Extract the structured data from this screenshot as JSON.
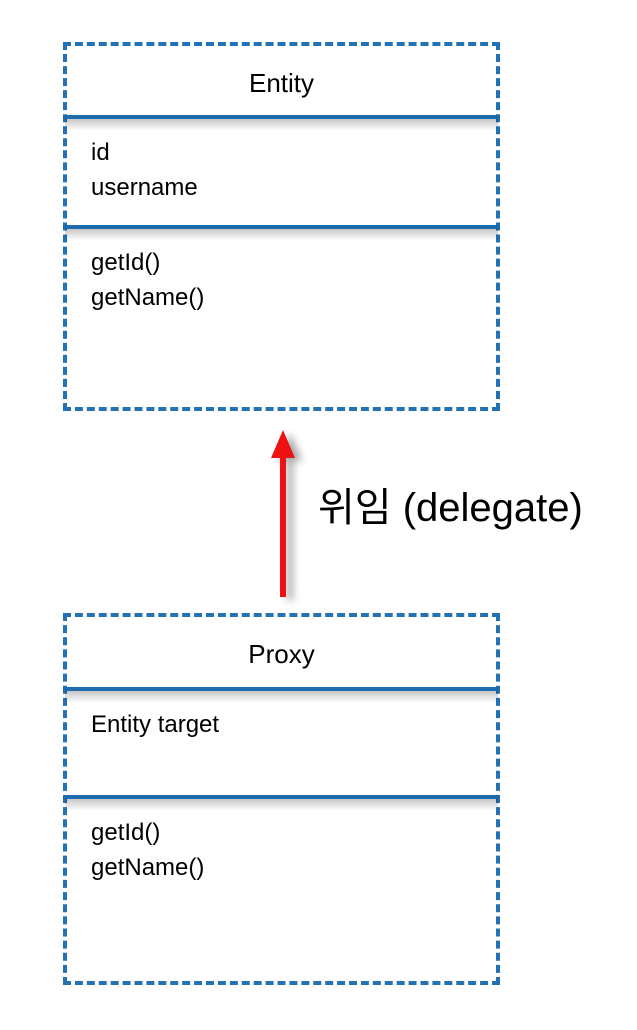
{
  "diagram": {
    "classes": [
      {
        "name": "Entity",
        "attributes": [
          "id",
          "username"
        ],
        "methods": [
          "getId()",
          "getName()"
        ]
      },
      {
        "name": "Proxy",
        "attributes": [
          "Entity target"
        ],
        "methods": [
          "getId()",
          "getName()"
        ]
      }
    ],
    "arrow": {
      "label": "위임 (delegate)",
      "direction": "up",
      "from": "Proxy",
      "to": "Entity",
      "color": "#ee1111"
    },
    "colors": {
      "box_border": "#2272b5",
      "divider": "#1c6bad",
      "arrow": "#ee1111",
      "text": "#000000",
      "background": "#ffffff"
    }
  }
}
